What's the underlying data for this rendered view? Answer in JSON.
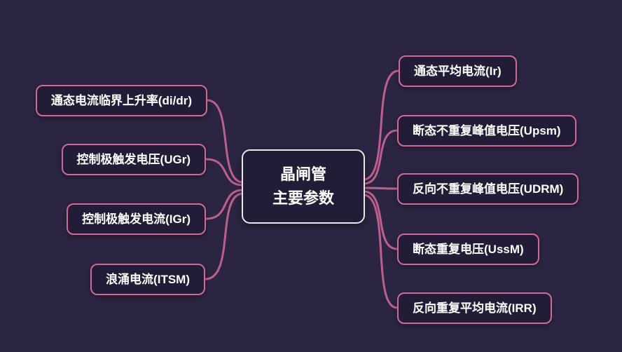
{
  "colors": {
    "background": "#2b2541",
    "node_fill": "#221c37",
    "branch_border": "#d1689c",
    "center_border": "#ece4ee",
    "connector_line": "#bd5f8e",
    "text": "#ffffff"
  },
  "mindmap": {
    "center": {
      "line1": "晶闸管",
      "line2": "主要参数"
    },
    "left": [
      {
        "label": "通态电流临界上升率(di/dr)"
      },
      {
        "label": "控制极触发电压(UGr)"
      },
      {
        "label": "控制极触发电流(IGr)"
      },
      {
        "label": "浪涌电流(ITSM)"
      }
    ],
    "right": [
      {
        "label": "通态平均电流(Ir)"
      },
      {
        "label": "断态不重复峰值电压(Upsm)"
      },
      {
        "label": "反向不重复峰值电压(UDRM)"
      },
      {
        "label": "断态重复电压(UssM)"
      },
      {
        "label": "反向重复平均电流(IRR)"
      }
    ]
  }
}
